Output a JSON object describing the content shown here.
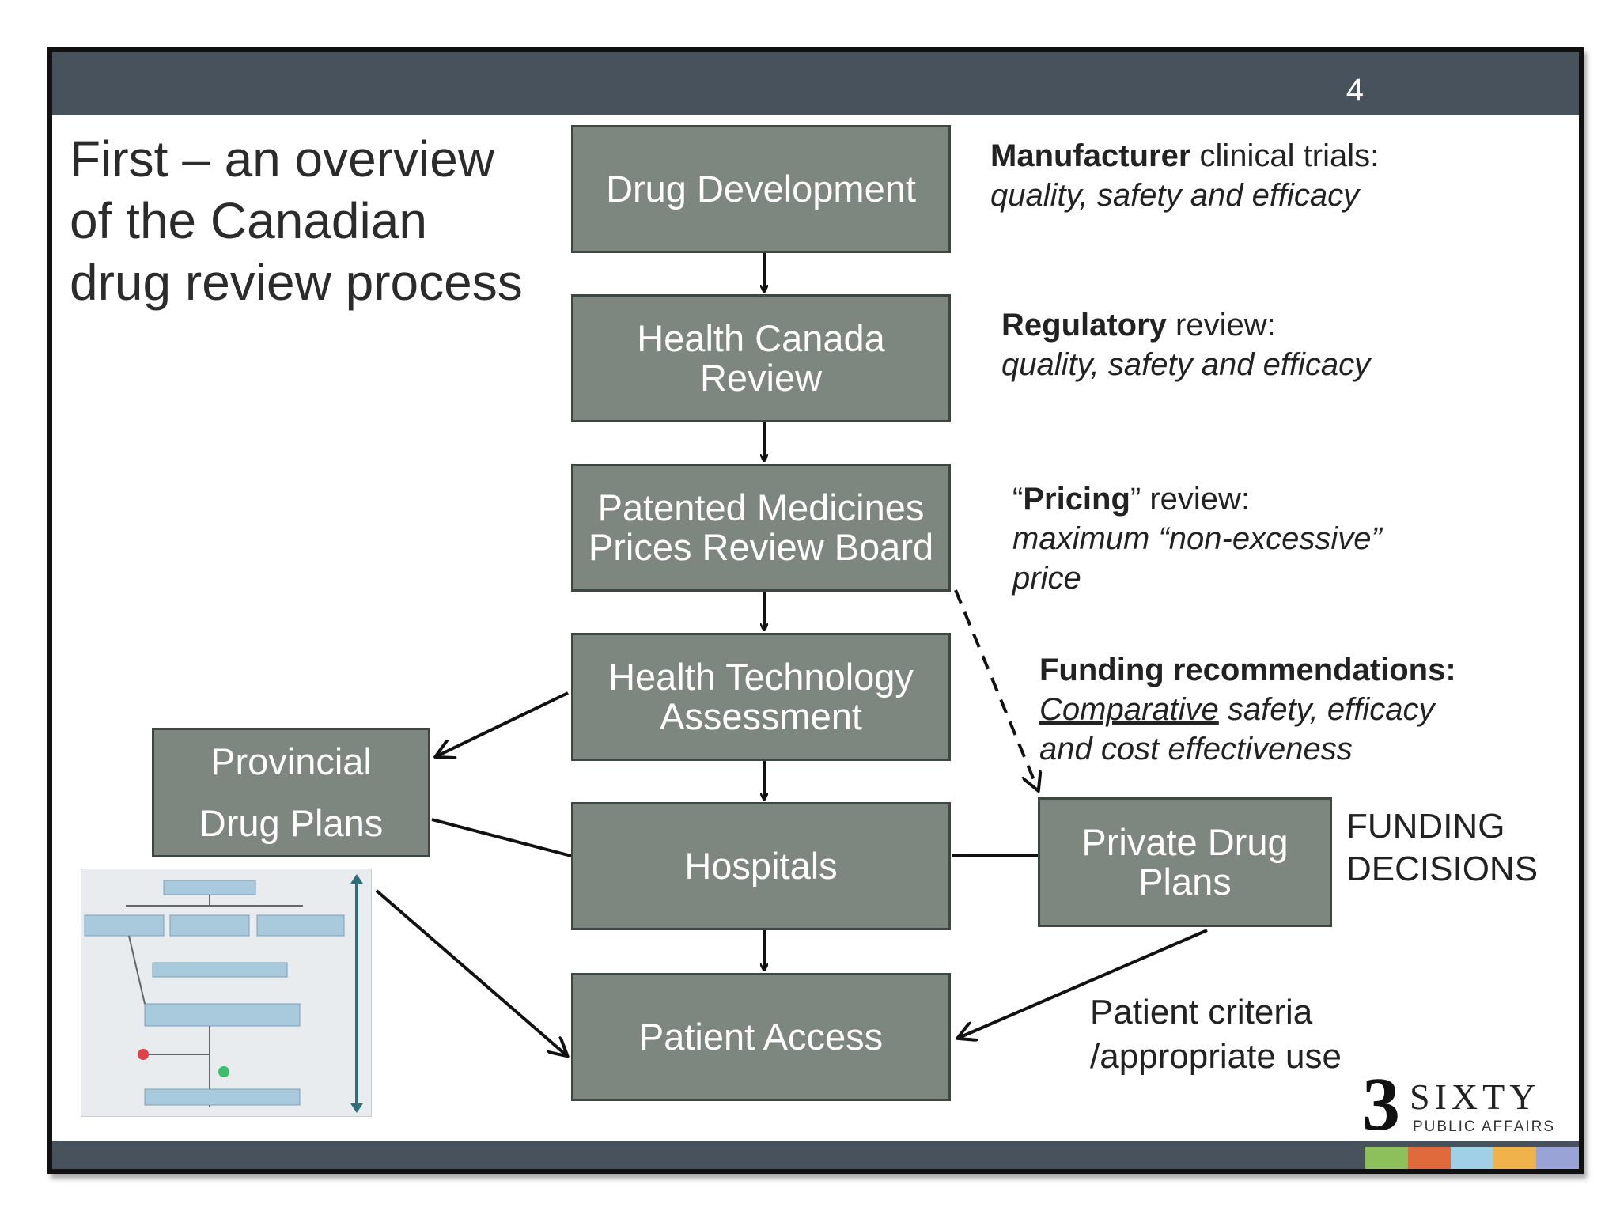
{
  "slide": {
    "number": "4",
    "title": "First – an overview\nof the Canadian\ndrug review process"
  },
  "boxes": {
    "drug_development": "Drug Development",
    "health_canada": "Health Canada\nReview",
    "pmprb": "Patented Medicines\nPrices Review Board",
    "hta": "Health Technology\nAssessment",
    "hospitals": "Hospitals",
    "patient_access": "Patient Access",
    "provincial": "Provincial\nDrug Plans",
    "private": "Private Drug\nPlans"
  },
  "notes": {
    "manufacturer": {
      "bold": "Manufacturer",
      "rest": " clinical trials:",
      "italic": "quality, safety and efficacy"
    },
    "regulatory": {
      "bold": "Regulatory",
      "rest": " review:",
      "italic": "quality, safety and efficacy"
    },
    "pricing": {
      "open": "“",
      "bold": "Pricing",
      "rest": "” review:",
      "italic1": "maximum “non-excessive”",
      "italic2": "price"
    },
    "funding": {
      "bold": "Funding recommendations:",
      "underline": "Comparative",
      "italic_rest": " safety, efficacy",
      "italic2": "and cost effectiveness"
    },
    "funding_decisions": "FUNDING\nDECISIONS",
    "patient_criteria": "Patient criteria\n/appropriate use"
  },
  "logo": {
    "number": "3",
    "word": "SIXTY",
    "sub": "PUBLIC AFFAIRS"
  },
  "colors": {
    "bar": "#47525c",
    "box_fill": "#7d877f",
    "strip": [
      "#8dbf5a",
      "#e06a3c",
      "#9fd0e6",
      "#f0b24a",
      "#9aa3d6"
    ]
  }
}
